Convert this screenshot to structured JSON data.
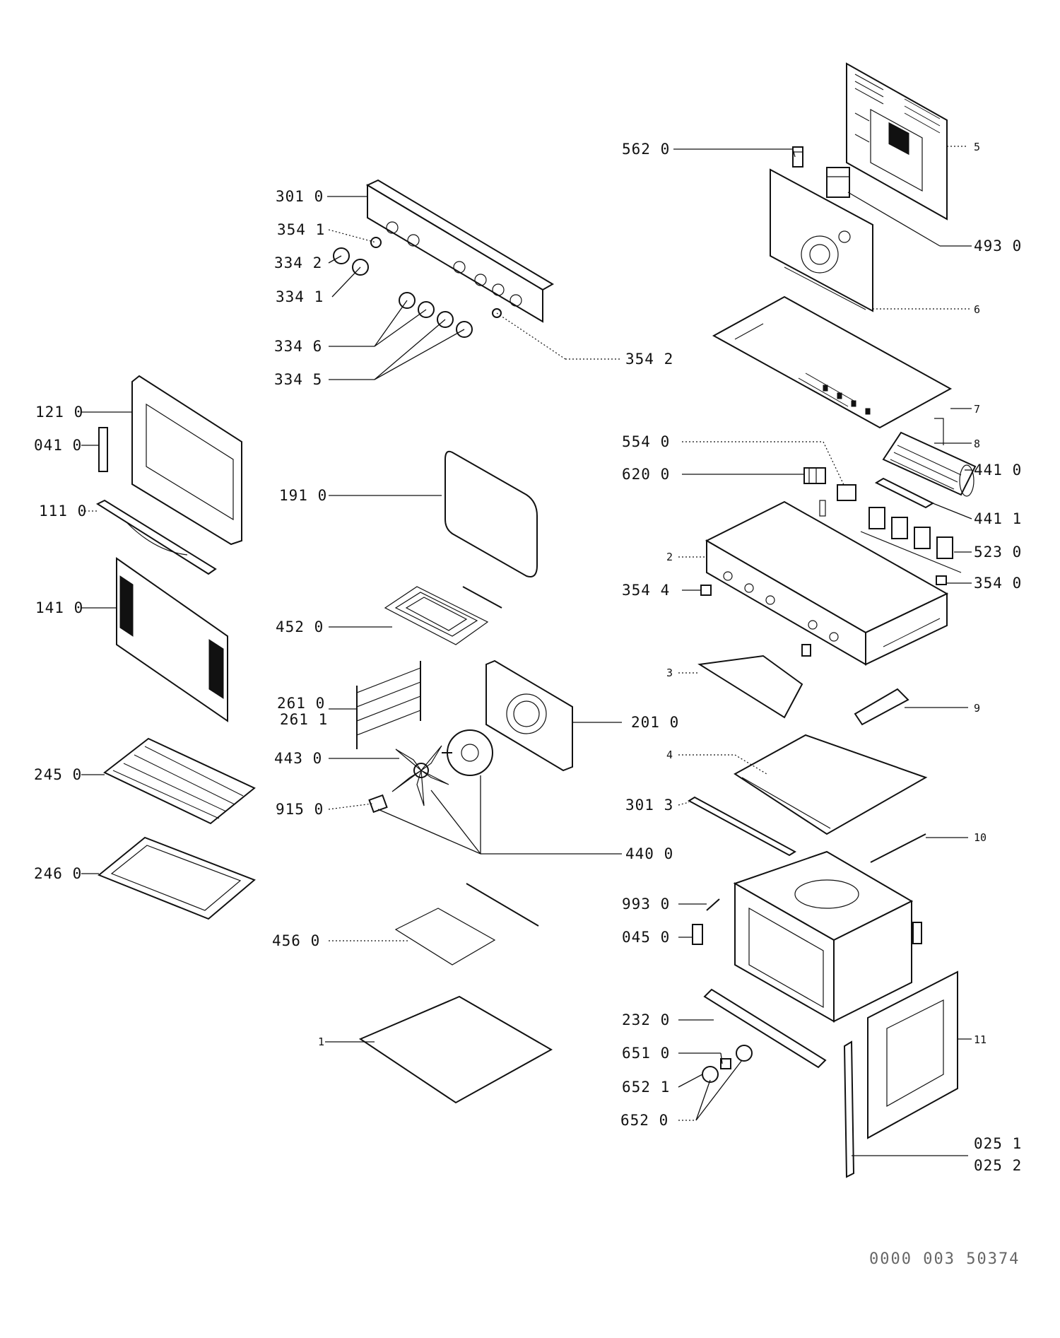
{
  "labels": {
    "l_562_0": "562 0",
    "l_5": "5",
    "l_301_0": "301 0",
    "l_354_1": "354 1",
    "l_334_2": "334 2",
    "l_334_1": "334 1",
    "l_493_0": "493 0",
    "l_6": "6",
    "l_334_6": "334 6",
    "l_354_2": "354 2",
    "l_334_5": "334 5",
    "l_7": "7",
    "l_121_0": "121 0",
    "l_041_0": "041 0",
    "l_554_0": "554 0",
    "l_8": "8",
    "l_441_0": "441 0",
    "l_620_0": "620 0",
    "l_191_0": "191 0",
    "l_111_0": "111 0",
    "l_441_1": "441 1",
    "l_2": "2",
    "l_523_0": "523 0",
    "l_354_4": "354 4",
    "l_354_0": "354 0",
    "l_141_0": "141 0",
    "l_452_0": "452 0",
    "l_3": "3",
    "l_261_0": "261 0",
    "l_261_1": "261 1",
    "l_9": "9",
    "l_201_0": "201 0",
    "l_443_0": "443 0",
    "l_4": "4",
    "l_245_0": "245 0",
    "l_915_0": "915 0",
    "l_301_3": "301 3",
    "l_10": "10",
    "l_440_0": "440 0",
    "l_246_0": "246 0",
    "l_993_0": "993 0",
    "l_456_0": "456 0",
    "l_045_0": "045 0",
    "l_232_0": "232 0",
    "l_1": "1",
    "l_11": "11",
    "l_651_0": "651 0",
    "l_652_1": "652 1",
    "l_652_0": "652 0",
    "l_025_1": "025 1",
    "l_025_2": "025 2"
  },
  "doc_number": "0000 003 50374"
}
